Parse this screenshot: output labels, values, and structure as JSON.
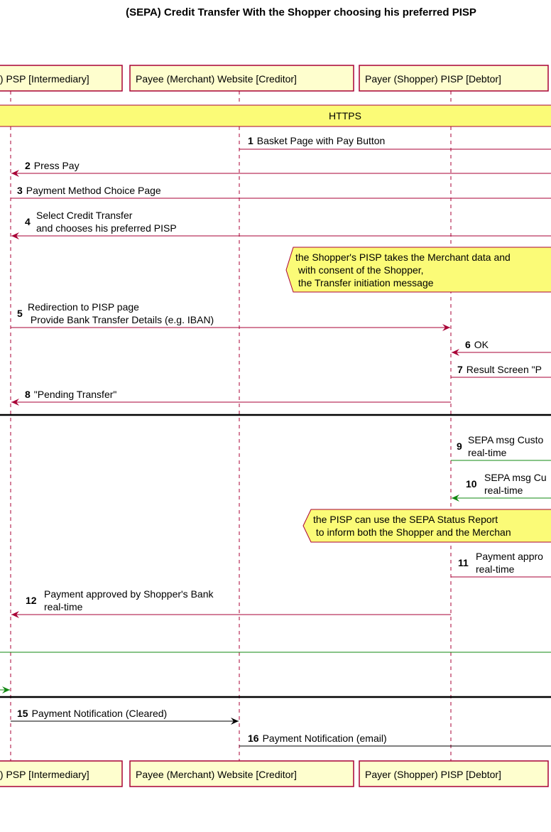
{
  "title": "(SEPA) Credit Transfer With the Shopper choosing his preferred PISP",
  "participants": [
    {
      "label": "t) PSP [Intermediary]"
    },
    {
      "label": "Payee (Merchant) Website [Creditor]"
    },
    {
      "label": "Payer (Shopper) PISP [Debtor]"
    }
  ],
  "divider": {
    "label": "HTTPS"
  },
  "messages": [
    {
      "num": "1",
      "lines": [
        "Basket Page with Pay Button"
      ]
    },
    {
      "num": "2",
      "lines": [
        "Press Pay"
      ]
    },
    {
      "num": "3",
      "lines": [
        "Payment Method Choice Page"
      ]
    },
    {
      "num": "4",
      "lines": [
        "Select Credit Transfer",
        "and chooses his preferred PISP"
      ]
    },
    {
      "num": "5",
      "lines": [
        "Redirection to PISP page",
        " Provide Bank Transfer Details (e.g. IBAN)"
      ]
    },
    {
      "num": "6",
      "lines": [
        "OK"
      ]
    },
    {
      "num": "7",
      "lines": [
        "Result Screen \"P"
      ]
    },
    {
      "num": "8",
      "lines": [
        "\"Pending Transfer\""
      ]
    },
    {
      "num": "9",
      "lines": [
        "SEPA msg Custo",
        "real-time"
      ]
    },
    {
      "num": "10",
      "lines": [
        "SEPA msg Cu",
        "real-time"
      ]
    },
    {
      "num": "11",
      "lines": [
        "Payment appro",
        "real-time"
      ]
    },
    {
      "num": "12",
      "lines": [
        "Payment approved by Shopper's Bank",
        "real-time"
      ]
    },
    {
      "num": "15",
      "lines": [
        "Payment Notification (Cleared)"
      ]
    },
    {
      "num": "16",
      "lines": [
        "Payment Notification (email)"
      ]
    }
  ],
  "notes": [
    {
      "lines": [
        "the Shopper's PISP takes the Merchant data and",
        " with consent of the Shopper,",
        " the Transfer initiation message"
      ]
    },
    {
      "lines": [
        "the PISP can use the SEPA Status Report",
        " to inform both the Shopper and the Merchan"
      ]
    }
  ],
  "colors": {
    "border": "#A80036",
    "participant_fill": "#FEFECE",
    "note_fill": "#FBFB77",
    "green": "#118811"
  }
}
